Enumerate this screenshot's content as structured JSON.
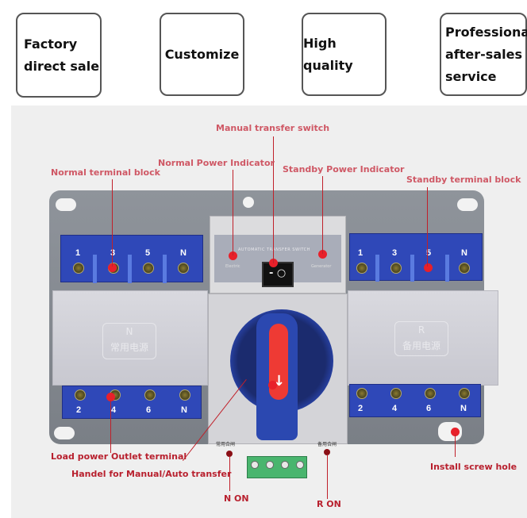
{
  "features": [
    {
      "lines": [
        "Factory",
        "direct sale"
      ]
    },
    {
      "lines": [
        "Customize"
      ]
    },
    {
      "lines": [
        "High quality"
      ]
    },
    {
      "lines": [
        "Professional",
        "after-sales",
        "service"
      ]
    }
  ],
  "device": {
    "panel_text": "AUTOMATIC TRANSFER SWITCH",
    "indicator_left": "Electric",
    "indicator_right": "Generator",
    "normal_top_terminals": [
      "1",
      "3",
      "5",
      "N"
    ],
    "standby_top_terminals": [
      "1",
      "3",
      "5",
      "N"
    ],
    "normal_bottom_terminals": [
      "2",
      "4",
      "6",
      "N"
    ],
    "standby_bottom_terminals": [
      "2",
      "4",
      "6",
      "N"
    ],
    "normal_cover": {
      "letter": "N",
      "text": "常用电源"
    },
    "standby_cover": {
      "letter": "R",
      "text": "备用电源"
    },
    "n_on_small": "常用合闸",
    "r_on_small": "备用合闸",
    "arrow_glyph": "↓",
    "rocker_glyph": "- ○"
  },
  "labels": {
    "manual_transfer_switch": "Manual transfer switch",
    "normal_power_indicator": "Normal Power  Indicator",
    "standby_power_indicator": "Standby Power Indicator",
    "normal_terminal_block": "Normal terminal block",
    "standby_terminal_block": "Standby terminal block",
    "load_power_outlet": "Load power Outlet terminal",
    "handle": "Handel for Manual/Auto transfer",
    "n_on": "N ON",
    "r_on": "R ON",
    "install_screw_hole": "Install screw hole"
  },
  "colors": {
    "label": "#cf5865",
    "label_dark": "#b8202e",
    "marker": "#e8202a",
    "terminal_blue": "#2f48b8"
  }
}
